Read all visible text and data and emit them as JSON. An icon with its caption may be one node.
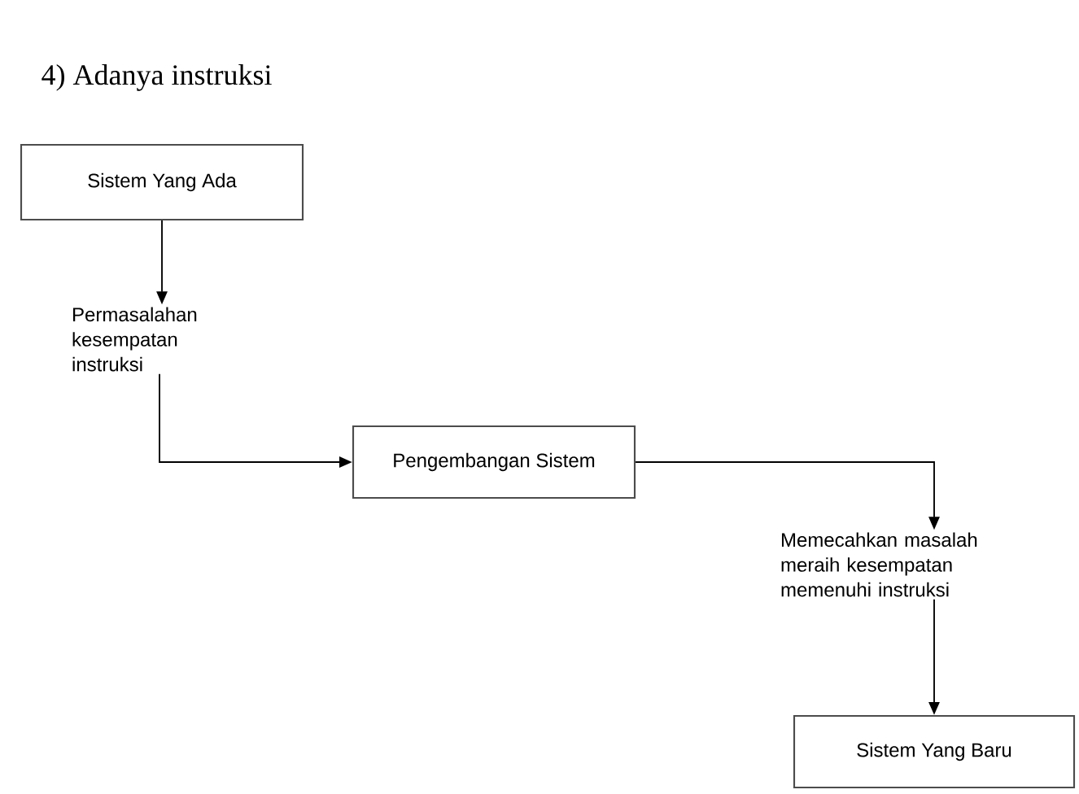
{
  "diagram": {
    "title": "4) Adanya instruksi",
    "nodes": [
      {
        "text": [
          "Sistem Yang Ada"
        ]
      },
      {
        "text": [
          "Permasalahan kesempatan instruksi"
        ]
      },
      {
        "text": [
          "Pengembangan Sistem"
        ]
      },
      {
        "text": [
          "Memecahkan masalah meraih kesempatan memenuhi instruksi"
        ]
      },
      {
        "text": [
          "Sistem Yang Baru"
        ]
      }
    ],
    "edges": [
      {
        "from": 0,
        "to": 1,
        "arrow": "to"
      },
      {
        "from": 1,
        "to": 2,
        "arrow": "to"
      },
      {
        "from": 2,
        "to": 3,
        "arrow": "to"
      },
      {
        "from": 3,
        "to": 4,
        "arrow": "to"
      }
    ]
  }
}
